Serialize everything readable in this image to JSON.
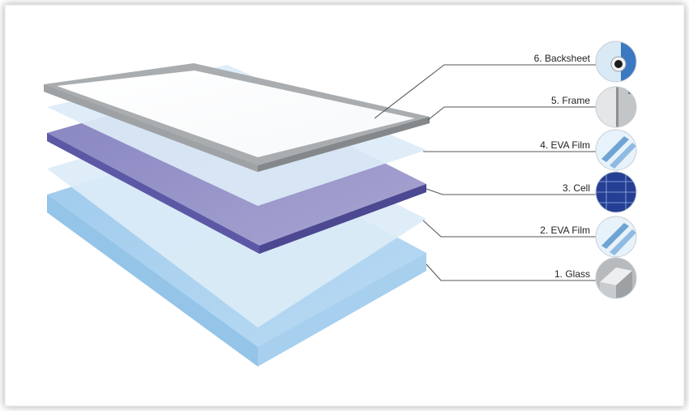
{
  "diagram": {
    "layers": [
      {
        "number": "6",
        "label": "6. Backsheet"
      },
      {
        "number": "5",
        "label": "5. Frame"
      },
      {
        "number": "4",
        "label": "4. EVA Film"
      },
      {
        "number": "3",
        "label": "3. Cell"
      },
      {
        "number": "2",
        "label": "2. EVA Film"
      },
      {
        "number": "1",
        "label": "1. Glass"
      }
    ],
    "colors": {
      "frame": "#a9adb0",
      "eva": "#dbeaf6",
      "cell": "#7b78b8",
      "glass": "#a9d0ee",
      "leader_line": "#555555"
    }
  }
}
